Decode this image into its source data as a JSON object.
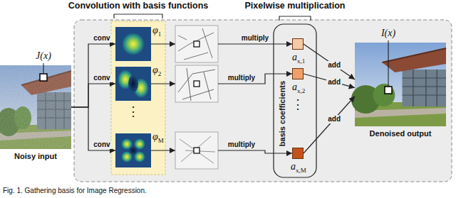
{
  "diagram": {
    "caption": "Fig. 1. Gathering basis for Image Regression.",
    "nodes": [
      {
        "text": [
          "Noisy input",
          "J(x)"
        ]
      },
      {
        "text": [
          "Convolution with basis functions"
        ]
      },
      {
        "text": [
          "φ",
          "1"
        ],
        "in": 1
      },
      {
        "text": [
          "φ",
          "2"
        ],
        "in": 1
      },
      {
        "text": [
          "φ",
          "M"
        ],
        "in": 1
      },
      {
        "text": []
      },
      {
        "text": []
      },
      {
        "text": []
      },
      {
        "text": [
          "Pixelwise multiplication",
          "basis coefficients"
        ]
      },
      {
        "text": [
          "a",
          "x,1"
        ],
        "in": 8
      },
      {
        "text": [
          "a",
          "x,2"
        ],
        "in": 8
      },
      {
        "text": [
          "a",
          "x,M"
        ],
        "in": 8
      },
      {
        "text": [
          "Denoised output",
          "I(x)"
        ]
      }
    ],
    "edges": [
      {
        "from": 0,
        "to": 2,
        "label": "conv",
        "arrow": "to"
      },
      {
        "from": 0,
        "to": 3,
        "label": "conv",
        "arrow": "to"
      },
      {
        "from": 0,
        "to": 4,
        "label": "conv",
        "arrow": "to"
      },
      {
        "from": 2,
        "to": 5,
        "arrow": "to"
      },
      {
        "from": 3,
        "to": 6,
        "arrow": "to"
      },
      {
        "from": 4,
        "to": 7,
        "arrow": "to"
      },
      {
        "from": 5,
        "to": 9,
        "label": "multiply",
        "arrow": "to"
      },
      {
        "from": 6,
        "to": 10,
        "label": "multiply",
        "arrow": "to"
      },
      {
        "from": 7,
        "to": 11,
        "label": "multiply",
        "arrow": "to"
      },
      {
        "from": 9,
        "to": 12,
        "label": "add",
        "arrow": "to"
      },
      {
        "from": 10,
        "to": 12,
        "label": "add",
        "arrow": "to"
      },
      {
        "from": 11,
        "to": 12,
        "label": "add",
        "arrow": "to"
      }
    ],
    "labels": [
      "⋮",
      "⋮"
    ]
  }
}
